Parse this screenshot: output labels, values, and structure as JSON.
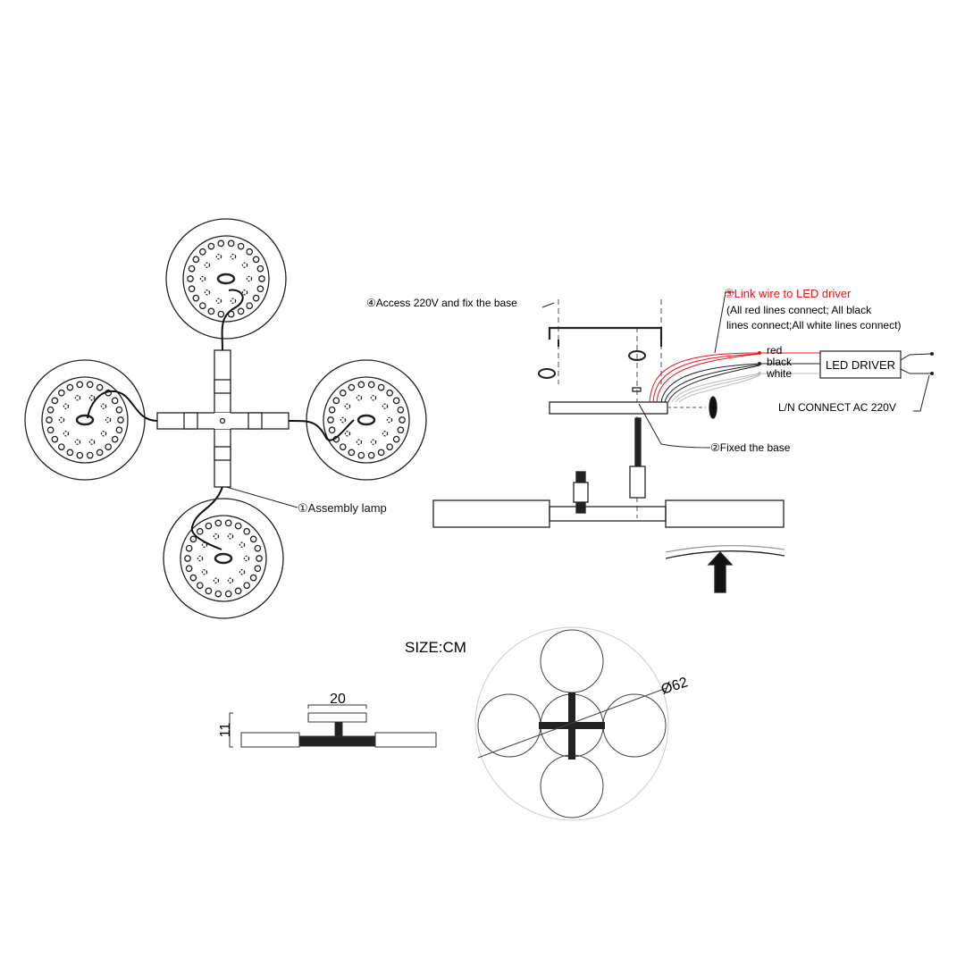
{
  "steps": {
    "step1": "①Assembly lamp",
    "step2": "②Fixed the base",
    "step3_title": "③Link wire to LED driver",
    "step3_note1": "(All red lines connect; All black",
    "step3_note2": "lines connect;All white lines connect)",
    "step4": "④Access 220V and fix the base"
  },
  "wires": {
    "red": "red",
    "black": "black",
    "white": "white"
  },
  "driver_label": "LED DRIVER",
  "ac_label": "L/N  CONNECT AC 220V",
  "size_label": "SIZE:CM",
  "dims": {
    "width": "20",
    "height": "11",
    "diameter": "Ø62"
  },
  "colors": {
    "red": "#e8141b",
    "line": "#222222",
    "light": "#bbbbbb"
  }
}
